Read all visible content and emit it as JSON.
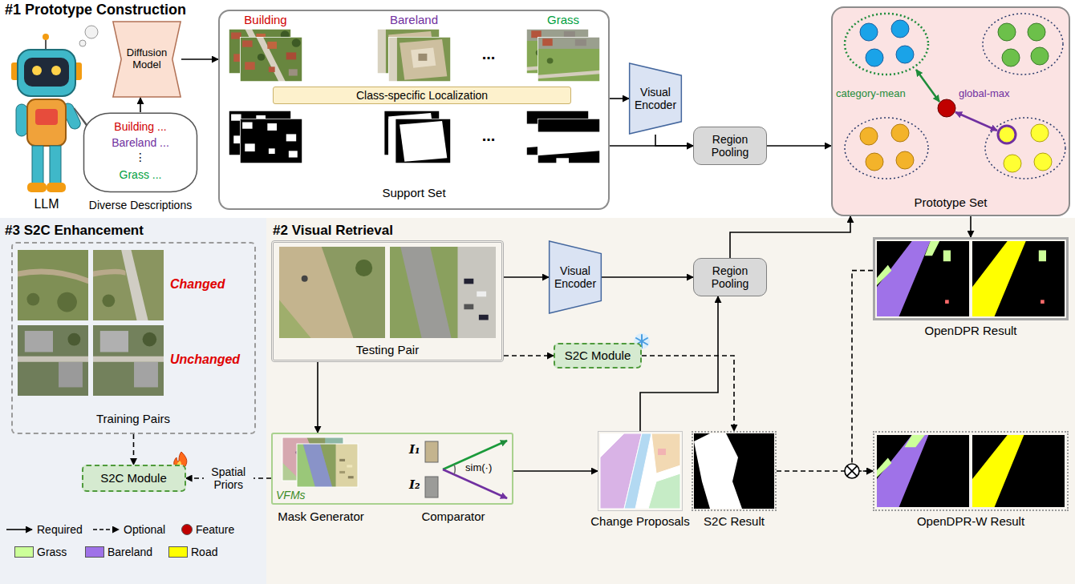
{
  "diagram": {
    "nodes": [
      {
        "text": [
          "Building ...",
          "Bareland ...",
          "⋮",
          "Grass ...",
          "Diverse Descriptions"
        ]
      },
      {
        "text": [
          "Diffusion Model"
        ]
      },
      {
        "text": [
          "Building",
          "Bareland",
          "...",
          "Grass",
          "...",
          "Support Set"
        ]
      },
      {
        "text": [
          "Class-specific Localization"
        ],
        "in": 2
      },
      {
        "text": [
          "Visual Encoder"
        ]
      },
      {
        "text": [
          "Region Pooling"
        ]
      },
      {
        "text": [
          "category-mean",
          "global-max",
          "Prototype Set"
        ]
      },
      {
        "text": [
          "#3 S2C Enhancement"
        ]
      },
      {
        "text": [
          "Changed",
          "Unchanged",
          "Training Pairs"
        ],
        "in": 7
      },
      {
        "text": [
          "S2C Module"
        ],
        "in": 7
      },
      {
        "text": [
          "#2 Visual Retrieval"
        ]
      },
      {
        "text": [
          "Testing Pair"
        ],
        "in": 10
      },
      {
        "text": [
          "Visual Encoder"
        ],
        "in": 10
      },
      {
        "text": [
          "Region Pooling"
        ],
        "in": 10
      },
      {
        "text": [
          "S2C Module"
        ],
        "in": 10
      },
      {
        "text": [
          "OpenDPR Result"
        ],
        "in": 10
      },
      {
        "text": [
          "VFMs",
          "I₁",
          "I₂",
          "sim(·)",
          "Mask Generator",
          "Comparator"
        ],
        "in": 10
      },
      {
        "text": [
          "Change Proposals"
        ],
        "in": 10
      },
      {
        "text": [
          "S2C Result"
        ],
        "in": 10
      },
      {
        "text": [
          "OpenDPR-W Result"
        ],
        "in": 10
      }
    ],
    "edges": [
      {
        "from": 0,
        "to": 1,
        "arrow": "to"
      },
      {
        "from": 1,
        "to": 2,
        "arrow": "to"
      },
      {
        "from": 2,
        "to": 4,
        "arrow": "to"
      },
      {
        "from": 4,
        "to": 5,
        "arrow": "to"
      },
      {
        "from": 2,
        "to": 5,
        "arrow": "to"
      },
      {
        "from": 5,
        "to": 6,
        "arrow": "to"
      },
      {
        "from": 11,
        "to": 12,
        "arrow": "to"
      },
      {
        "from": 12,
        "to": 13,
        "arrow": "to"
      },
      {
        "from": 13,
        "to": 6,
        "arrow": "to"
      },
      {
        "from": 6,
        "to": 15,
        "arrow": "to"
      },
      {
        "from": 11,
        "to": 16,
        "arrow": "to"
      },
      {
        "from": 16,
        "to": 17,
        "arrow": "to"
      },
      {
        "from": 17,
        "to": 13,
        "arrow": "to"
      },
      {
        "from": 11,
        "to": 14,
        "arrow": "to"
      },
      {
        "from": 14,
        "to": 18,
        "arrow": "to"
      },
      {
        "from": 8,
        "to": 9,
        "arrow": "to"
      },
      {
        "from": 16,
        "to": 9,
        "arrow": "to",
        "label": "Spatial Priors"
      },
      {
        "from": 15,
        "to": 19,
        "arrow": "to"
      },
      {
        "from": 18,
        "to": 19,
        "arrow": "to"
      }
    ],
    "labels": [
      "#1 Prototype Construction",
      "LLM"
    ],
    "legend": [
      {
        "text": "Required"
      },
      {
        "text": "Optional"
      },
      {
        "text": "Feature",
        "color": "#c00000"
      },
      {
        "text": "Grass",
        "color": "#ccff99"
      },
      {
        "text": "Bareland",
        "color": "#9f72e8"
      },
      {
        "text": "Road",
        "color": "#ffff00"
      }
    ]
  }
}
